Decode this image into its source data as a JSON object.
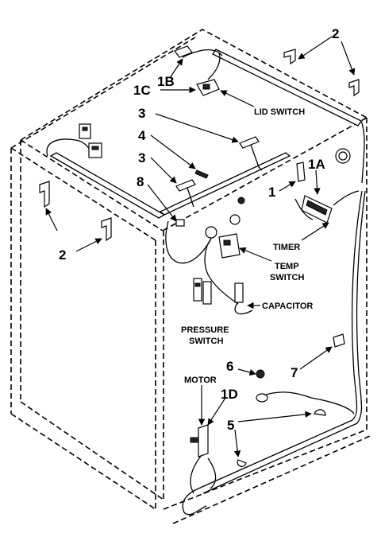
{
  "labels": {
    "lid_switch": "LID SWITCH",
    "timer": "TIMER",
    "temp_switch_l1": "TEMP",
    "temp_switch_l2": "SWITCH",
    "capacitor": "CAPACITOR",
    "pressure_switch_l1": "PRESSURE",
    "pressure_switch_l2": "SWITCH",
    "motor": "MOTOR"
  },
  "callouts": {
    "c1": "1",
    "c1a": "1A",
    "c1b": "1B",
    "c1c": "1C",
    "c1d": "1D",
    "c2_top": "2",
    "c2_left": "2",
    "c3_top": "3",
    "c3_mid": "3",
    "c4": "4",
    "c5": "5",
    "c6": "6",
    "c7": "7",
    "c8": "8"
  }
}
